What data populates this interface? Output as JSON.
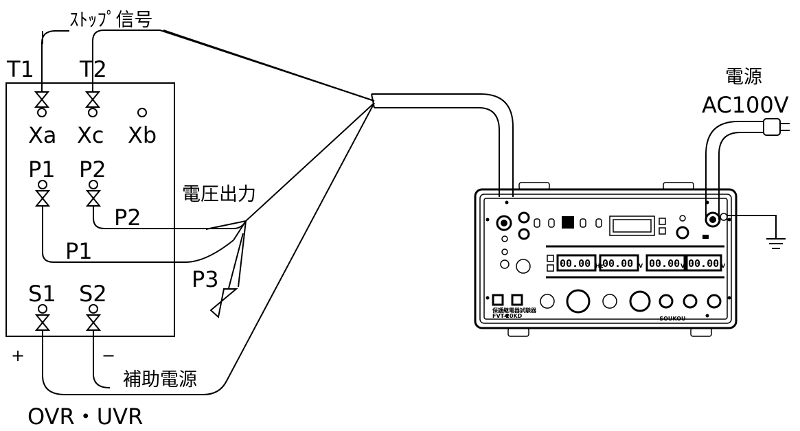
{
  "labels": {
    "stop_signal": "ｽﾄｯﾌﾟ信号",
    "t1": "T1",
    "t2": "T2",
    "xa": "Xa",
    "xc": "Xc",
    "xb": "Xb",
    "p1": "P1",
    "p2": "P2",
    "voltage_output": "電圧出力",
    "p2_wire": "P2",
    "p1_wire": "P1",
    "p3": "P3",
    "s1": "S1",
    "s2": "S2",
    "plus": "+",
    "minus": "−",
    "aux_power": "補助電源",
    "relay_type": "OVR・UVR",
    "power": "電源",
    "ac_supply": "AC100V"
  },
  "device": {
    "meter_values": [
      "00.00",
      "00.00",
      "00.00",
      "00.00"
    ],
    "meter_units": [
      "Hz",
      "V",
      "V",
      "V"
    ],
    "model_line1": "保護継電器試験器",
    "model_line2": "FVT-20KD",
    "brand": "-SOUKOU-"
  }
}
